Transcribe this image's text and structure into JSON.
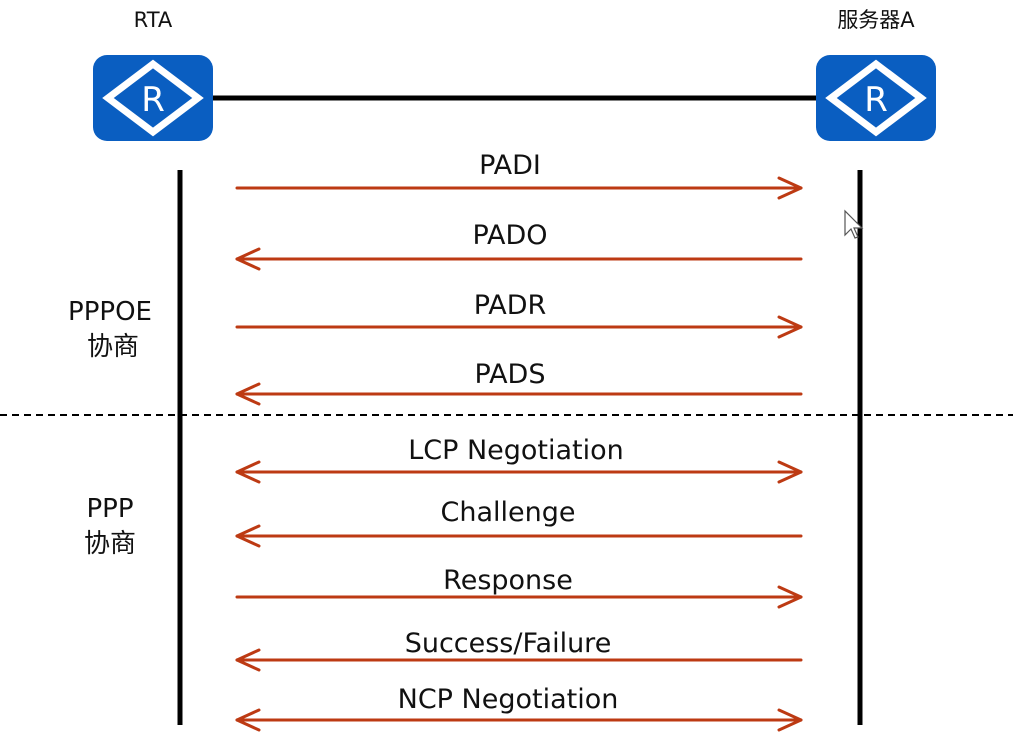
{
  "nodes": {
    "left": {
      "label": "RTA",
      "icon": "router-icon"
    },
    "right": {
      "label": "服务器A",
      "icon": "router-icon"
    }
  },
  "phases": [
    {
      "line1": "PPPOE",
      "line2": "协商"
    },
    {
      "line1": "PPP",
      "line2": "协商"
    }
  ],
  "messages": [
    {
      "label": "PADI",
      "direction": "right"
    },
    {
      "label": "PADO",
      "direction": "left"
    },
    {
      "label": "PADR",
      "direction": "right"
    },
    {
      "label": "PADS",
      "direction": "left"
    },
    {
      "label": "LCP Negotiation",
      "direction": "both"
    },
    {
      "label": "Challenge",
      "direction": "left"
    },
    {
      "label": "Response",
      "direction": "right"
    },
    {
      "label": "Success/Failure",
      "direction": "left"
    },
    {
      "label": "NCP Negotiation",
      "direction": "both"
    }
  ],
  "colors": {
    "arrow": "#bd3a13",
    "router_fill": "#0a5ec1",
    "link": "#000000"
  }
}
